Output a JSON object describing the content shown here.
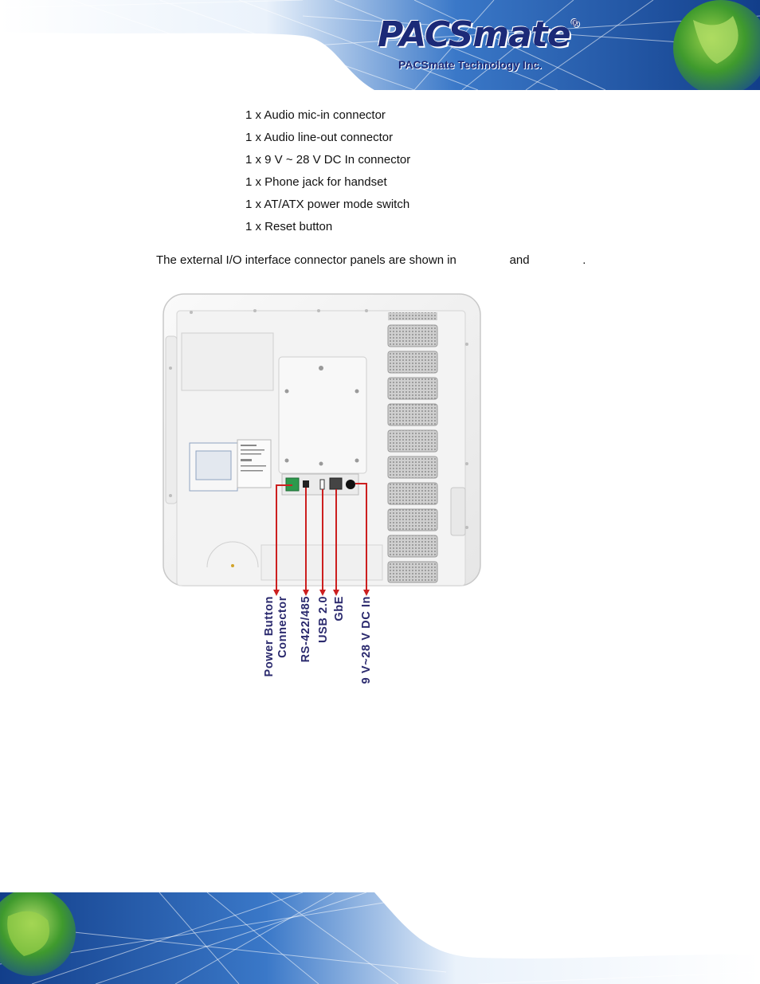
{
  "header": {
    "brand": "PACSmate",
    "registered": "®",
    "tagline": "PACSmate Technology Inc."
  },
  "list_items": [
    "1 x Audio mic-in connector",
    "1 x Audio line-out connector",
    "1 x 9 V ~ 28 V DC In connector",
    "1 x Phone jack for handset",
    "1 x AT/ATX power mode switch",
    "1 x Reset button"
  ],
  "paragraph": {
    "part1": "The external I/O interface connector panels are shown in",
    "part2": "and",
    "part3": "."
  },
  "figure": {
    "connector_labels": {
      "power_line1": "Power Button",
      "power_line2": "Connector",
      "rs": "RS-422/485",
      "usb": "USB 2.0",
      "gbe": "GbE",
      "dc": "9 V~28 V DC In"
    },
    "colors": {
      "arrow": "#cc1f1f",
      "label": "#2b2a6e",
      "panel_body": "#f4f4f4",
      "brand": "#1c2a78"
    }
  }
}
